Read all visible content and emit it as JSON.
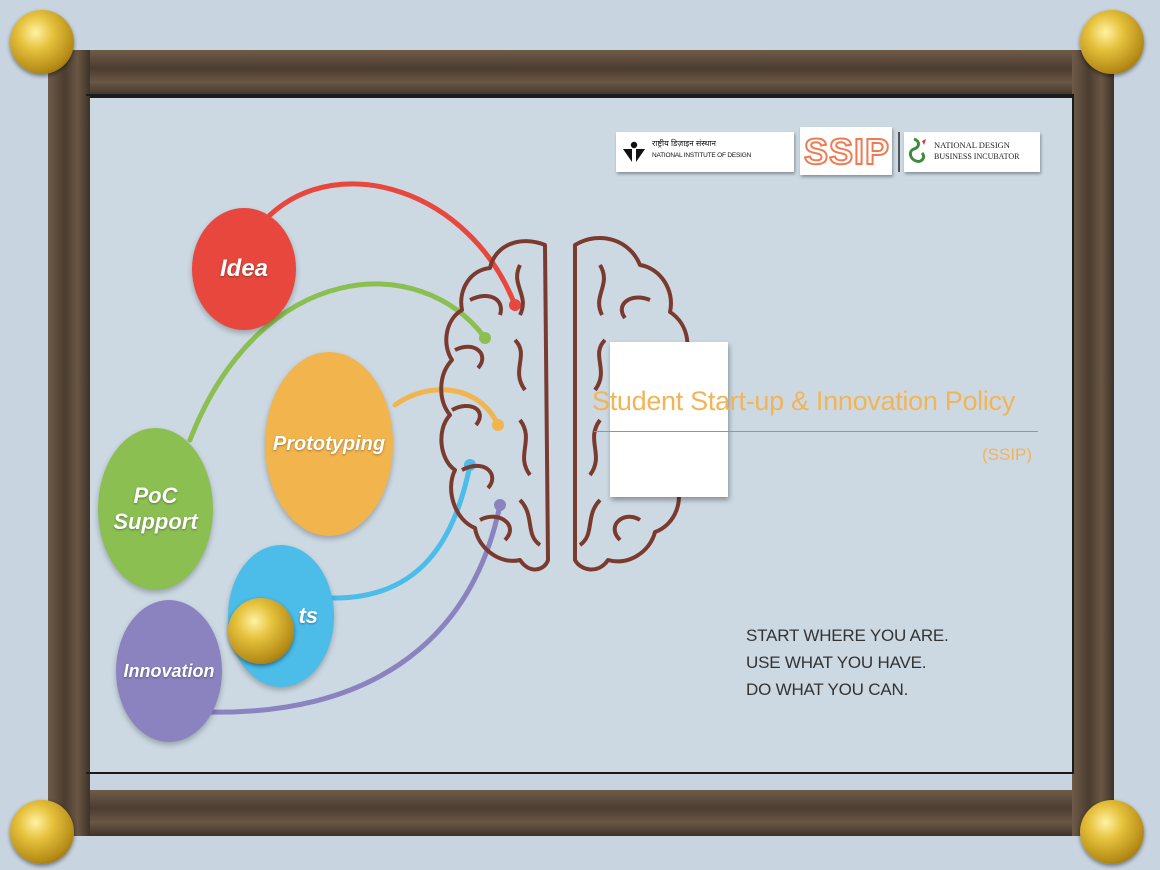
{
  "logos": {
    "nid_hindi": "राष्ट्रीय डिज़ाइन संस्थान",
    "nid_english": "NATIONAL INSTITUTE OF DESIGN",
    "ssip": "SSIP",
    "ndbi_line1": "NATIONAL DESIGN",
    "ndbi_line2": "BUSINESS INCUBATOR"
  },
  "policy": {
    "title": "Student Start-up & Innovation Policy",
    "abbr": "(SSIP)"
  },
  "bubbles": {
    "idea": "Idea",
    "poc_line1": "PoC",
    "poc_line2": "Support",
    "prototyping": "Prototyping",
    "patents_partial": "ts",
    "innovation": "Innovation"
  },
  "quote": {
    "line1": "START WHERE YOU ARE.",
    "line2": "USE WHAT YOU HAVE.",
    "line3": "DO WHAT YOU CAN."
  },
  "colors": {
    "idea": "#e8473d",
    "poc": "#8bbf52",
    "prototyping": "#f2b44d",
    "patents": "#4cbce9",
    "innovation": "#8a83c0",
    "brain": "#7a3a2e",
    "frame_wood": "#5a4a3b",
    "gold": "#d4ac2a"
  },
  "icons": [
    "wooden-frame",
    "gold-stud",
    "brain-outline",
    "nid-logo-mark",
    "ndbi-logo-mark"
  ]
}
